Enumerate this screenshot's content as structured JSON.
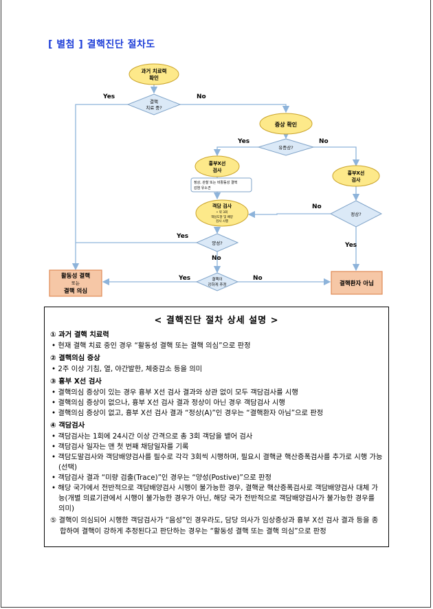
{
  "page_title": "[ 별첨 ] 결핵진단 절차도",
  "flowchart": {
    "nodes": {
      "past_treatment": [
        "과거 치료력",
        "확인"
      ],
      "under_treatment": [
        "결핵",
        "치료 중?"
      ],
      "symptom_check": "증상 확인",
      "symptomatic": "유증상?",
      "xray_left": [
        "흉부X선",
        "검사"
      ],
      "xray_note": [
        "정상, 관찰 또는 비활동성 결핵",
        "감염 유소견"
      ],
      "sputum": [
        "객담 검사",
        "• 약 3회",
        "객담도말 및 배양",
        "검사 시행"
      ],
      "xray_right": [
        "흉부X선",
        "검사"
      ],
      "normal": "정상?",
      "positive": "양성?",
      "strongly_suspected": [
        "결핵이",
        "강하게 추정"
      ],
      "active_tb": [
        "활동성 결핵",
        "또는",
        "결핵 의심"
      ],
      "not_tb": "결핵환자 아님"
    },
    "labels": {
      "yes": "Yes",
      "no": "No"
    }
  },
  "details": {
    "title": "< 결핵진단 절차 상세 설명 >",
    "sections": [
      {
        "heading": "① 과거 결핵 치료력",
        "items": [
          "• 현재 결핵 치료 중인 경우 “활동성 결핵 또는 결핵 의심”으로 판정"
        ]
      },
      {
        "heading": "② 결핵의심 증상",
        "items": [
          "•  2주 이상 기침, 열, 야간발한, 체중감소 등을 의미"
        ]
      },
      {
        "heading": "③ 흉부 X선 검사",
        "items": [
          "• 결핵의심 증상이 있는 경우 흉부 X선 검사 결과와 상관 없이 모두 객담검사를 시행",
          "• 결핵의심 증상이 없으나, 흉부 X선 검사 결과 정상이 아닌 경우 객담검사 시행",
          "• 결핵의심 증상이 없고, 흉부 X선 검사 결과 “정상(A)”인 경우는 “결핵환자 아님”으로 판정"
        ]
      },
      {
        "heading": "④ 객담검사",
        "items": [
          "• 객담검사는 1회에 24시간 이상 간격으로 총 3회 객담을 뱉어 검사",
          "• 객담검사 일자는 맨 첫 번째 채담일자를 기록",
          "• 객담도말검사와 객담배양검사를 필수로 각각 3회씩 시행하며, 필요시 결핵균 핵산증폭검사를 추가로 시행 가능(선택)",
          "• 객담검사 결과 “미량 검출(Trace)”인 경우는 “양성(Postive)”으로 판정",
          "• 해당 국가에서 전반적으로 객담배양검사 시행이 불가능한 경우, 결핵균 핵산증폭검사로 객담배양검사 대체 가능(개별 의료기관에서 시행이 불가능한 경우가 아닌, 해당 국가 전반적으로 객담배양검사가 불가능한 경우를 의미)"
        ]
      }
    ],
    "note5": "⑤ 결핵이 의심되어 시행한 객담검사가 “음성”인 경우라도, 담당 의사가 임상증상과 흉부 X선 검사 결과 등을 종합하여 결핵이 강하게 추정된다고 판단하는 경우는 “활동성 결핵 또는 결핵 의심”으로 판정"
  },
  "colors": {
    "title_blue": "#1f3fd8",
    "oval_fill": "#fde98a",
    "oval_stroke": "#c9a227",
    "diamond_fill": "#dbe9f7",
    "diamond_stroke": "#7fa3c8",
    "result_fill": "#f6c7a6",
    "result_stroke": "#e08a55",
    "arrow": "#8db3da"
  }
}
